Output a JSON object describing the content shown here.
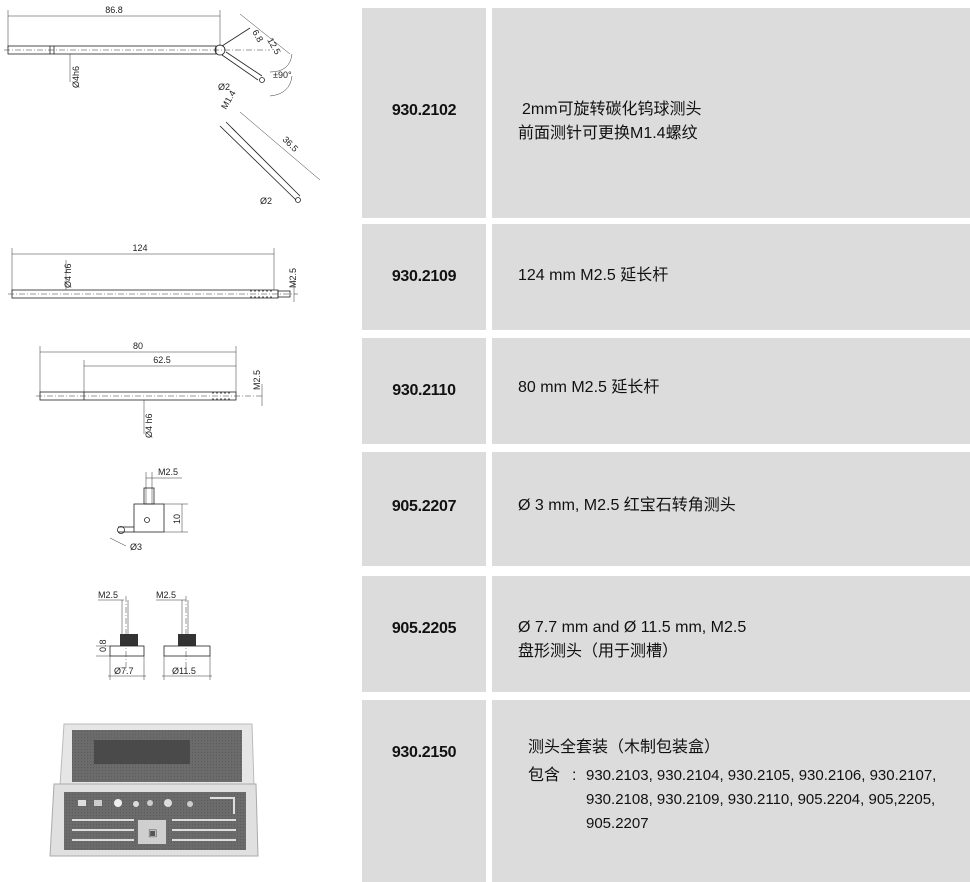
{
  "rows": [
    {
      "code": "930.2102",
      "desc": [
        "2mm可旋转碳化钨球测头",
        "前面测针可更换M1.4螺纹"
      ],
      "dims": [
        "86.8",
        "6.8",
        "12.5",
        "Ø4h6",
        "Ø2",
        "±90°",
        "M1.4",
        "36.5",
        "Ø2"
      ]
    },
    {
      "code": "930.2109",
      "desc": [
        "124 mm M2.5 延长杆"
      ],
      "dims": [
        "124",
        "Ø4 h6",
        "M2.5"
      ]
    },
    {
      "code": "930.2110",
      "desc": [
        "80 mm M2.5  延长杆"
      ],
      "dims": [
        "80",
        "62.5",
        "M2.5",
        "Ø4 h6"
      ]
    },
    {
      "code": "905.2207",
      "desc": [
        "Ø 3 mm, M2.5 红宝石转角测头"
      ],
      "dims": [
        "M2.5",
        "10",
        "Ø3"
      ]
    },
    {
      "code": "905.2205",
      "desc": [
        "Ø 7.7 mm and Ø 11.5 mm, M2.5",
        "盘形测头（用于测槽）"
      ],
      "dims": [
        "M2.5",
        "M2.5",
        "0.8",
        "Ø7.7",
        "Ø11.5"
      ]
    },
    {
      "code": "930.2150",
      "desc": [
        "测头全套装（木制包装盒）"
      ],
      "contains_label": "包含",
      "contains": [
        "930.2103, 930.2104, 930.2105, 930.2106, 930.2107,",
        "930.2108, 930.2109, 930.2110, 905.2204, 905,2205,",
        "905.2207"
      ]
    }
  ]
}
